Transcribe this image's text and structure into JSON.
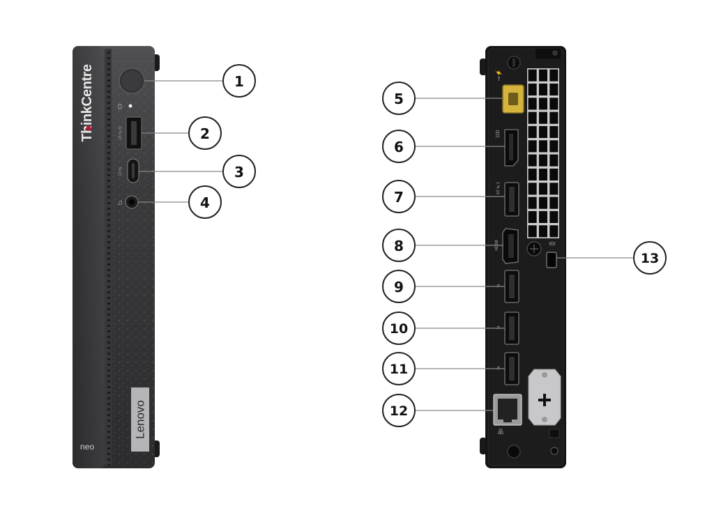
{
  "front": {
    "brand": "ThinkCentre",
    "badge": "Lenovo",
    "model": "neo",
    "callouts": [
      "1",
      "2",
      "3",
      "4"
    ]
  },
  "rear": {
    "callouts": [
      "5",
      "6",
      "7",
      "8",
      "9",
      "10",
      "11",
      "12",
      "13"
    ]
  },
  "colors": {
    "chassis_front": "#3d3d3f",
    "chassis_rear": "#141414",
    "power_connector": "#d6b43c",
    "brand_red": "#c8102e",
    "leader_line": "#888888"
  }
}
